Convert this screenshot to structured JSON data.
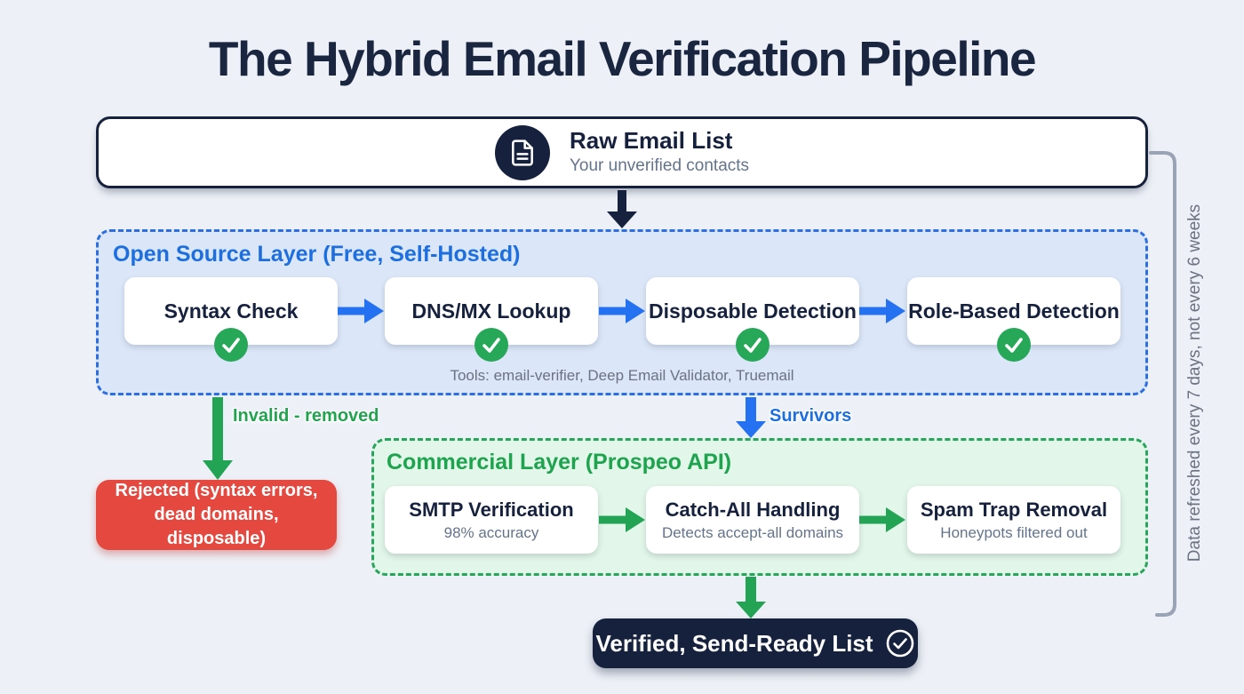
{
  "page": {
    "title": "The Hybrid Email Verification Pipeline",
    "background_color": "#edf1f7",
    "title_color": "#1a2540"
  },
  "raw_list": {
    "title": "Raw Email List",
    "subtitle": "Your unverified contacts",
    "icon": "document-icon"
  },
  "open_source_layer": {
    "title": "Open Source Layer (Free, Self-Hosted)",
    "accent_color": "#1d6fe0",
    "background_color": "#dbe7f9",
    "steps": [
      {
        "label": "Syntax Check",
        "status_icon": "check-circle-icon"
      },
      {
        "label": "DNS/MX Lookup",
        "status_icon": "check-circle-icon"
      },
      {
        "label": "Disposable Detection",
        "status_icon": "check-circle-icon"
      },
      {
        "label": "Role-Based Detection",
        "status_icon": "check-circle-icon"
      }
    ],
    "tools_note": "Tools: email-verifier, Deep Email Validator, Truemail"
  },
  "branches": {
    "invalid_label": "Invalid - removed",
    "invalid_color": "#22a34f",
    "survivors_label": "Survivors",
    "survivors_color": "#1d6fe0"
  },
  "rejected": {
    "label": "Rejected (syntax errors, dead domains, disposable)",
    "color": "#e5483f"
  },
  "commercial_layer": {
    "title": "Commercial Layer (Prospeo API)",
    "accent_color": "#1ea34e",
    "background_color": "#e2f6e9",
    "steps": [
      {
        "label": "SMTP Verification",
        "sublabel": "98% accuracy"
      },
      {
        "label": "Catch-All Handling",
        "sublabel": "Detects accept-all domains"
      },
      {
        "label": "Spam Trap Removal",
        "sublabel": "Honeypots filtered out"
      }
    ]
  },
  "verified": {
    "label": "Verified, Send-Ready List",
    "icon": "check-circle-outline-icon",
    "color": "#16213d"
  },
  "side_note": "Data refreshed every 7 days, not every 6 weeks",
  "colors": {
    "navy": "#16213d",
    "blue": "#1d6fe0",
    "green": "#22a34f",
    "red": "#e5483f",
    "gray_text": "#64748b",
    "bracket_gray": "#9aa3b4"
  }
}
